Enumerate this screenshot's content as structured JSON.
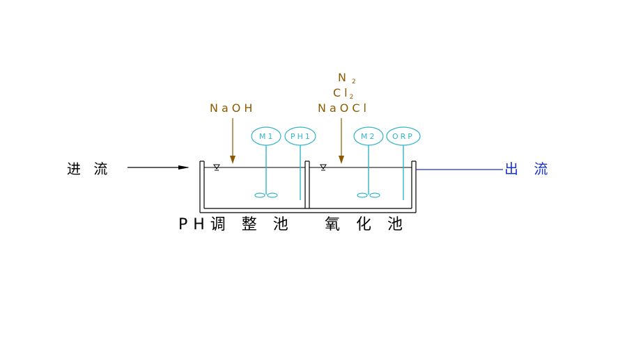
{
  "flow": {
    "inlet_label": "进 流",
    "outlet_label": "出 流"
  },
  "tanks": {
    "ph_tank_label": "PH调 整 池",
    "oxidation_tank_label": "氧 化 池"
  },
  "chemicals": {
    "ph_dose": "NaOH",
    "ox_n2": "N",
    "ox_n2_sub": "2",
    "ox_cl2": "Cl",
    "ox_cl2_sub": "2",
    "ox_naocl": "NaOCl"
  },
  "instruments": {
    "m1": "M1",
    "ph1": "PH1",
    "m2": "M2",
    "orp": "ORP"
  },
  "colors": {
    "tank": "#000000",
    "chemical": "#8B5A00",
    "sensor": "#33B5C9",
    "outlet": "#1a33cc"
  }
}
